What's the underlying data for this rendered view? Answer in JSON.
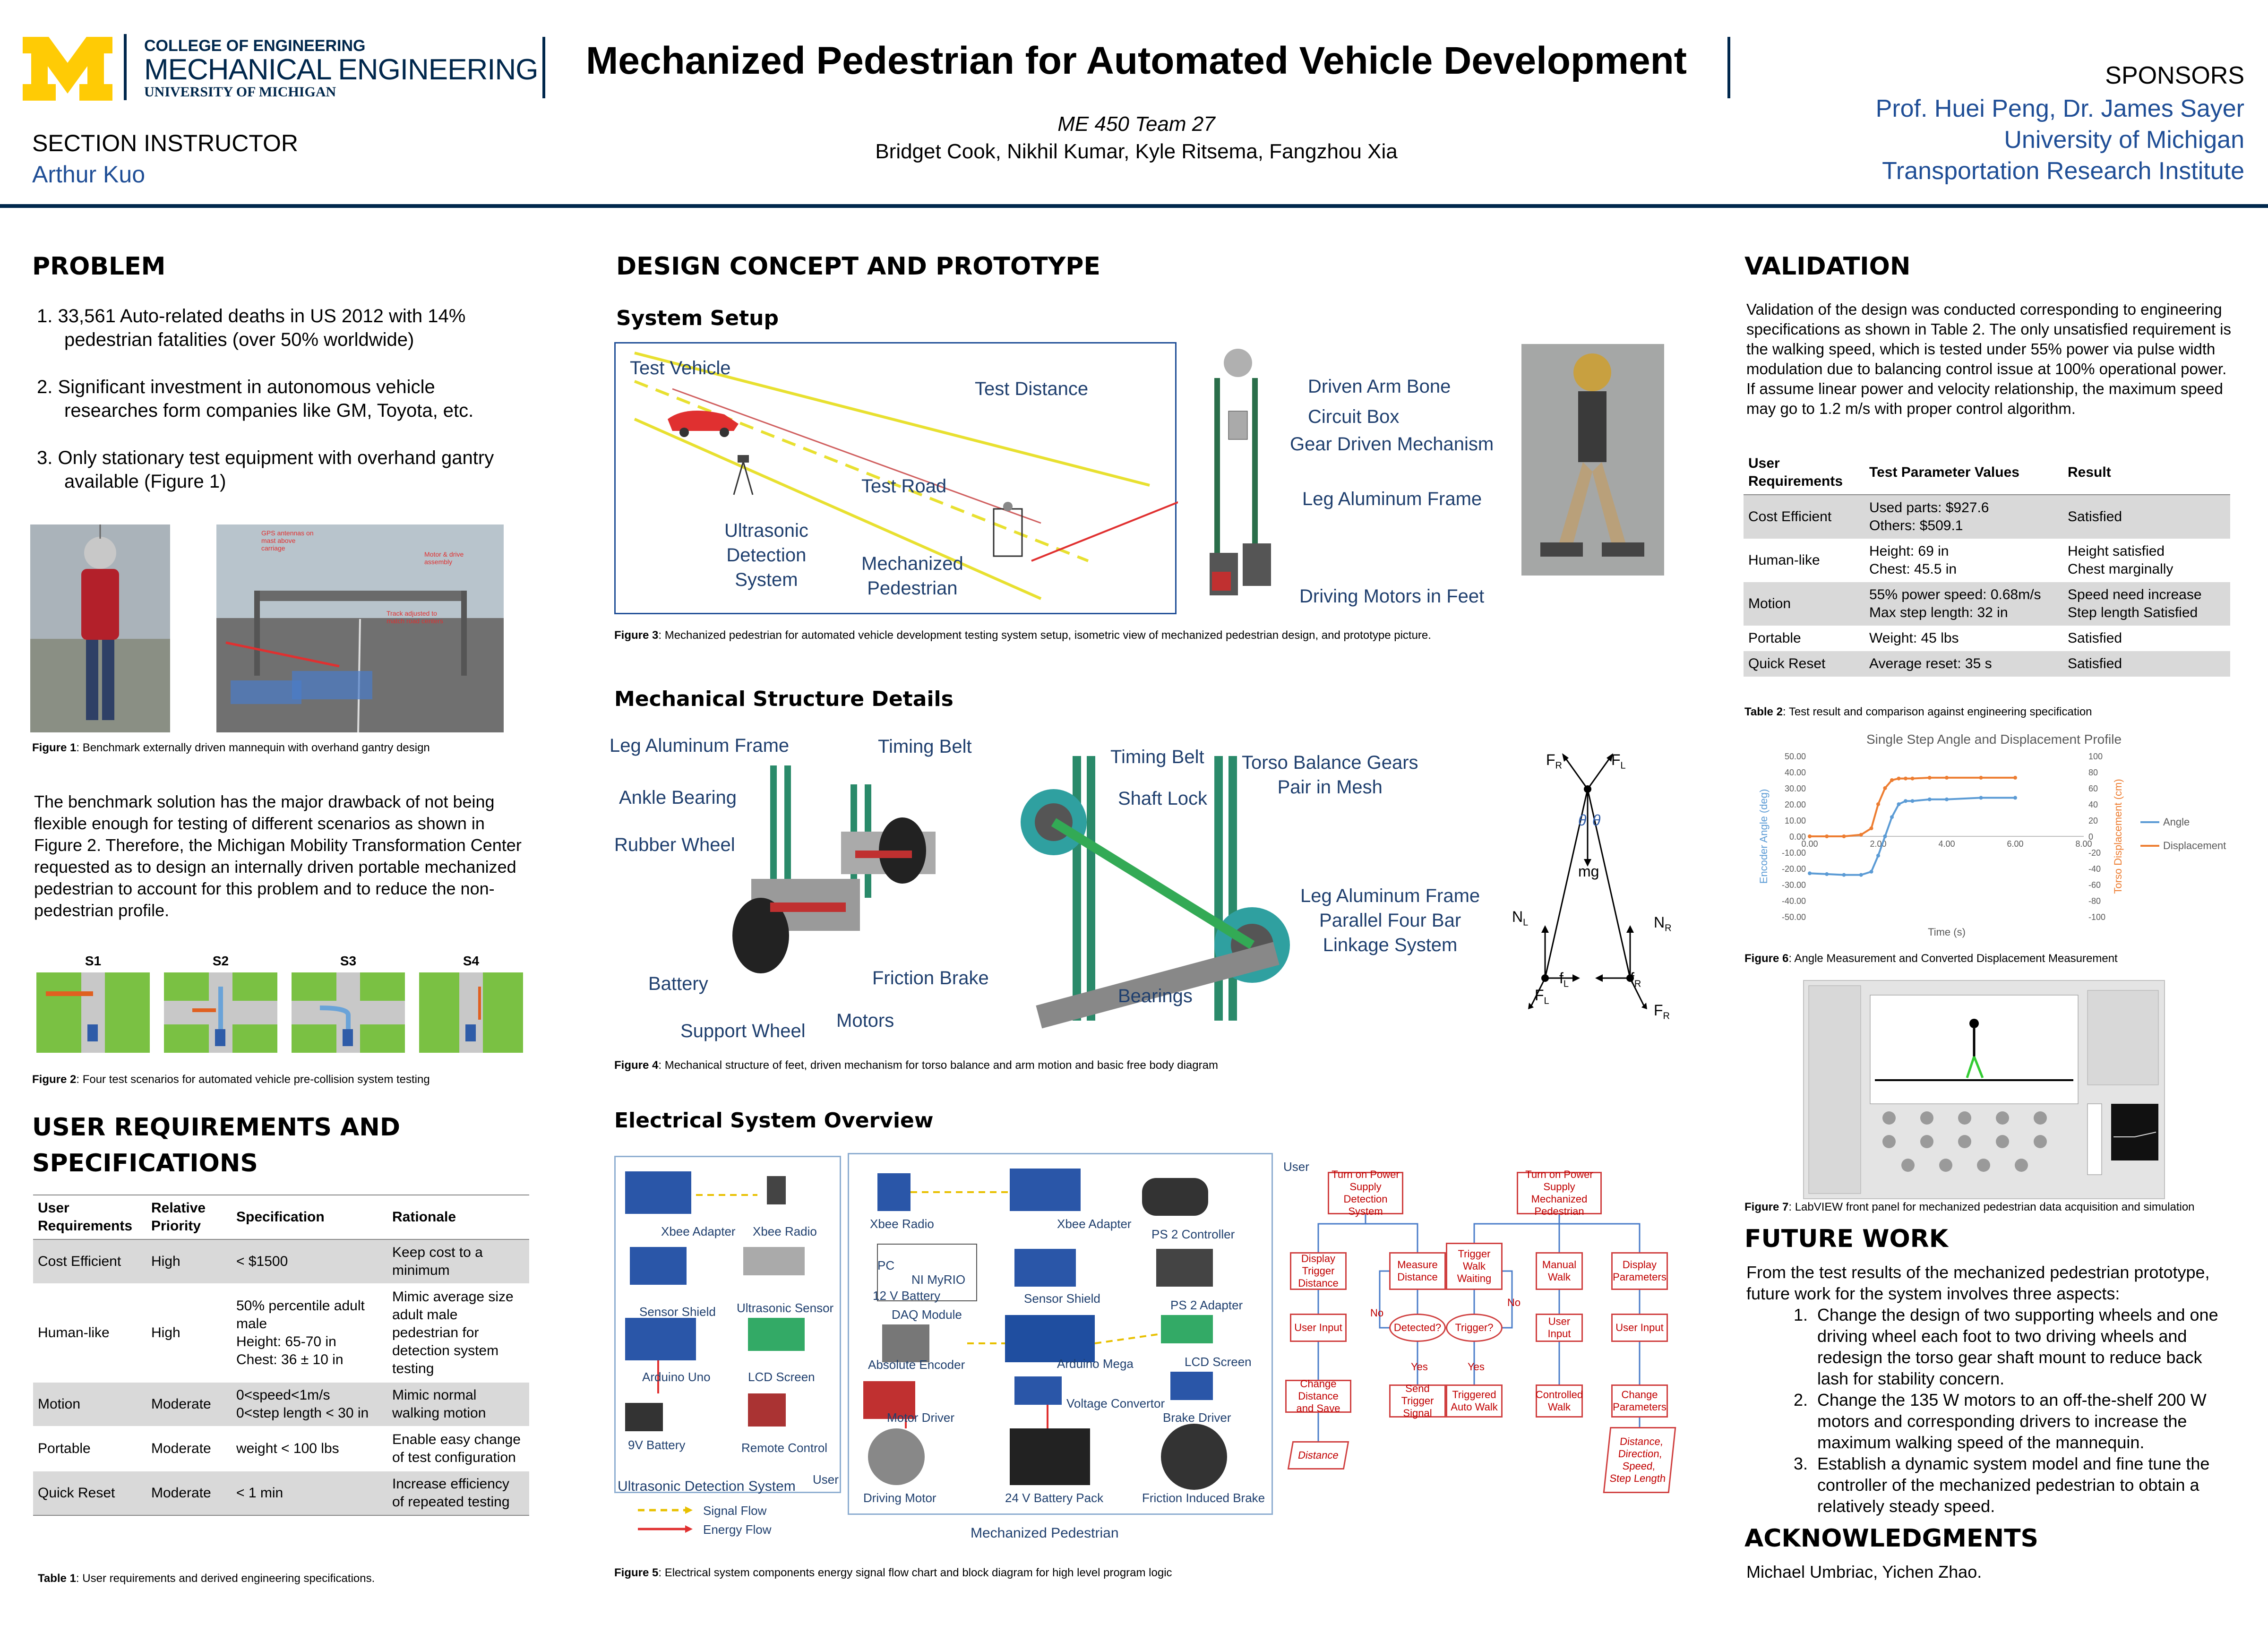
{
  "header": {
    "logo_line1": "COLLEGE OF ENGINEERING",
    "logo_line2": "MECHANICAL ENGINEERING",
    "logo_line3": "UNIVERSITY OF MICHIGAN",
    "title": "Mechanized Pedestrian for Automated Vehicle Development",
    "team": "ME 450 Team 27",
    "authors": "Bridget Cook, Nikhil Kumar, Kyle Ritsema, Fangzhou Xia",
    "instructor_label": "SECTION INSTRUCTOR",
    "instructor_name": "Arthur Kuo",
    "sponsors_label": "SPONSORS",
    "sponsor1": "Prof. Huei Peng, Dr. James Sayer",
    "sponsor2": "University of Michigan",
    "sponsor3": "Transportation Research Institute"
  },
  "problem": {
    "heading": "PROBLEM",
    "items": [
      "1.  33,561 Auto-related deaths in US 2012 with 14% pedestrian fatalities (over 50% worldwide)",
      "2.  Significant investment in autonomous vehicle researches form companies like GM, Toyota, etc.",
      "3.  Only stationary test equipment with overhand gantry available (Figure 1)"
    ],
    "fig1_photo_labels": [
      "GPS antennas on mast above carriage",
      "Motor & drive assembly",
      "Track adjusted to match road centers"
    ],
    "fig1_caption_bold": "Figure 1",
    "fig1_caption": ": Benchmark externally driven mannequin with overhand gantry design",
    "paragraph": "The benchmark solution has the major drawback of not being flexible enough for testing of different scenarios as shown in Figure 2. Therefore, the Michigan Mobility Transformation Center requested as to design an internally driven portable mechanized pedestrian to account for this problem and to reduce the non-pedestrian profile.",
    "scenarios": [
      "S1",
      "S2",
      "S3",
      "S4"
    ],
    "fig2_caption_bold": "Figure 2",
    "fig2_caption": ": Four test scenarios for automated vehicle pre-collision system testing"
  },
  "requirements": {
    "heading1": "USER REQUIREMENTS AND",
    "heading2": "SPECIFICATIONS",
    "columns": [
      "User Requirements",
      "Relative Priority",
      "Specification",
      "Rationale"
    ],
    "rows": [
      [
        "Cost Efficient",
        "High",
        "< $1500",
        "Keep cost to a minimum"
      ],
      [
        "Human-like",
        "High",
        "50% percentile adult male\nHeight: 65-70 in\nChest: 36 ± 10 in",
        "Mimic average size adult male pedestrian for detection system testing"
      ],
      [
        "Motion",
        "Moderate",
        "0<speed<1m/s\n0<step length < 30 in",
        "Mimic normal walking motion"
      ],
      [
        "Portable",
        "Moderate",
        "weight < 100 lbs",
        "Enable easy change of test configuration"
      ],
      [
        "Quick Reset",
        "Moderate",
        "< 1 min",
        "Increase efficiency of repeated testing"
      ]
    ],
    "caption_bold": "Table 1",
    "caption": ": User requirements and derived engineering specifications."
  },
  "design": {
    "heading": "DESIGN CONCEPT AND PROTOTYPE",
    "system_setup": "System Setup",
    "setup_labels": {
      "vehicle": "Test Vehicle",
      "distance": "Test Distance",
      "road": "Test Road",
      "ultrasonic": "Ultrasonic\nDetection\nSystem",
      "mech": "Mechanized\nPedestrian"
    },
    "iso_labels": [
      "Driven Arm Bone",
      "Circuit Box",
      "Gear Driven Mechanism",
      "Leg Aluminum Frame",
      "Driving Motors in Feet"
    ],
    "fig3_caption_bold": "Figure 3",
    "fig3_caption": ": Mechanized pedestrian for automated vehicle development testing system setup, isometric view of mechanized pedestrian design, and prototype picture.",
    "mech_heading": "Mechanical Structure Details",
    "feet_labels": [
      "Leg Aluminum Frame",
      "Timing Belt",
      "Ankle Bearing",
      "Rubber Wheel",
      "Battery",
      "Friction Brake",
      "Motors",
      "Support Wheel"
    ],
    "torso_labels": [
      "Timing Belt",
      "Torso Balance Gears\nPair in Mesh",
      "Shaft Lock",
      "Leg Aluminum Frame\nParallel Four Bar\nLinkage System",
      "Bearings"
    ],
    "fbd": {
      "fr": "F",
      "fl": "F",
      "r": "R",
      "l": "L",
      "theta": "θ",
      "mg": "mg",
      "n": "N",
      "f": "f"
    },
    "fig4_caption_bold": "Figure 4",
    "fig4_caption": ": Mechanical structure of feet, driven mechanism for torso balance and arm motion and basic free body diagram",
    "elec_heading": "Electrical System Overview",
    "elec_labels": [
      "Xbee Adapter",
      "Xbee Radio",
      "Sensor Shield",
      "Ultrasonic Sensor",
      "Arduino Uno",
      "LCD Screen",
      "9V Battery",
      "Remote Control",
      "Xbee Radio",
      "Xbee Adapter",
      "PS 2 Controller",
      "PC",
      "NI MyRIO",
      "12 V Battery",
      "DAQ Module",
      "Sensor Shield",
      "PS 2 Adapter",
      "Absolute Encoder",
      "Arduino Mega",
      "LCD Screen",
      "Motor Driver",
      "Voltage Convertor",
      "Brake Driver",
      "Driving Motor",
      "24 V Battery Pack",
      "Friction Induced Brake"
    ],
    "uds_label": "Ultrasonic Detection System",
    "mp_label": "Mechanized Pedestrian",
    "user1": "User",
    "user2": "User",
    "legend_signal": "Signal Flow",
    "legend_energy": "Energy Flow",
    "flow": {
      "top_left": "Turn on Power Supply\nDetection System",
      "top_right": "Turn on Power Supply\nMechanized Pedestrian",
      "display_trigger": "Display Trigger\nDistance",
      "measure": "Measure\nDistance",
      "trigger_walk": "Trigger\nWalk\nWaiting",
      "manual": "Manual\nWalk",
      "display_params": "Display\nParameters",
      "user_input": "User Input",
      "detected": "Detected?",
      "trigger_q": "Trigger?",
      "no": "No",
      "yes": "Yes",
      "change_dist": "Change Distance\nand Save",
      "send": "Send Trigger\nSignal",
      "auto": "Triggered\nAuto Walk",
      "controlled": "Controlled\nWalk",
      "change_params": "Change\nParameters",
      "distance": "Distance",
      "outputs": "Distance,\nDirection,\nSpeed,\nStep Length"
    },
    "fig5_caption_bold": "Figure 5",
    "fig5_caption": ": Electrical system components energy signal flow chart and block diagram for high level program logic"
  },
  "validation": {
    "heading": "VALIDATION",
    "paragraph": "Validation of the design was conducted corresponding to engineering specifications as shown in Table 2. The only unsatisfied requirement is the walking speed, which is tested under 55% power via pulse width modulation due to balancing control issue at 100% operational power. If assume linear power and velocity relationship, the maximum speed may go to 1.2 m/s with proper control algorithm.",
    "columns": [
      "User Requirements",
      "Test Parameter Values",
      "Result"
    ],
    "rows": [
      [
        "Cost Efficient",
        "Used parts: $927.6\nOthers: $509.1",
        "Satisfied"
      ],
      [
        "Human-like",
        "Height: 69 in\nChest: 45.5 in",
        "Height satisfied\nChest marginally"
      ],
      [
        "Motion",
        "55% power speed: 0.68m/s\nMax step length: 32 in",
        "Speed need increase\nStep length Satisfied"
      ],
      [
        "Portable",
        "Weight: 45 lbs",
        "Satisfied"
      ],
      [
        "Quick Reset",
        "Average reset: 35 s",
        "Satisfied"
      ]
    ],
    "table_caption_bold": "Table 2",
    "table_caption": ": Test result and comparison against engineering specification",
    "fig6_caption_bold": "Figure 6",
    "fig6_caption": ": Angle Measurement and Converted Displacement Measurement",
    "fig7_caption_bold": "Figure 7",
    "fig7_caption": ": LabVIEW front panel for mechanized pedestrian data acquisition and simulation"
  },
  "chart_data": {
    "type": "line",
    "title": "Single Step Angle and Displacement Profile",
    "xlabel": "Time (s)",
    "ylabel": "Encoder Angle (deg)",
    "y2label": "Torso Displacement (cm)",
    "xlim": [
      0,
      8
    ],
    "ylim": [
      -50,
      50
    ],
    "y2lim": [
      -100,
      100
    ],
    "xticks": [
      "0.00",
      "2.00",
      "4.00",
      "6.00",
      "8.00"
    ],
    "yticks": [
      "50.00",
      "40.00",
      "30.00",
      "20.00",
      "10.00",
      "0.00",
      "-10.00",
      "-20.00",
      "-30.00",
      "-40.00",
      "-50.00"
    ],
    "y2ticks": [
      "100",
      "80",
      "60",
      "40",
      "20",
      "0",
      "-20",
      "-40",
      "-60",
      "-80",
      "-100"
    ],
    "series": [
      {
        "name": "Angle",
        "color": "#5b9bd5",
        "axis": "left",
        "x": [
          0,
          0.5,
          1,
          1.5,
          1.8,
          2.0,
          2.2,
          2.4,
          2.6,
          2.8,
          3.0,
          3.5,
          4,
          5,
          6
        ],
        "y": [
          -23,
          -23.5,
          -24,
          -24,
          -22,
          -12,
          0,
          12,
          20,
          22,
          22,
          23,
          23,
          24,
          24
        ]
      },
      {
        "name": "Displacement",
        "color": "#ed7d31",
        "axis": "right",
        "x": [
          0,
          0.5,
          1,
          1.5,
          1.8,
          2.0,
          2.2,
          2.4,
          2.6,
          2.8,
          3.0,
          3.5,
          4,
          5,
          6
        ],
        "y": [
          0,
          0,
          0,
          2,
          10,
          40,
          60,
          70,
          72,
          72,
          72,
          73,
          73,
          73,
          73
        ]
      }
    ],
    "legend_placement": "right"
  },
  "future": {
    "heading": "FUTURE WORK",
    "intro": "From the test results of the mechanized pedestrian prototype, future work for the system involves three aspects:",
    "items": [
      "Change the design of two supporting wheels and one driving wheel each foot to two driving wheels and redesign the torso gear shaft mount to reduce back lash for stability concern.",
      "Change the 135 W motors to an off-the-shelf  200 W motors and corresponding drivers to  increase the maximum walking speed of the mannequin.",
      "Establish a dynamic system model and fine tune the controller of the mechanized pedestrian to obtain a relatively steady speed."
    ]
  },
  "ack": {
    "heading": "ACKNOWLEDGMENTS",
    "text": "Michael Umbriac, Yichen Zhao."
  },
  "colors": {
    "navy": "#00274c",
    "maize": "#ffcb05",
    "label_blue": "#1f3f6e",
    "sponsor_blue": "#1f4e96",
    "flow_red": "#c00000"
  }
}
